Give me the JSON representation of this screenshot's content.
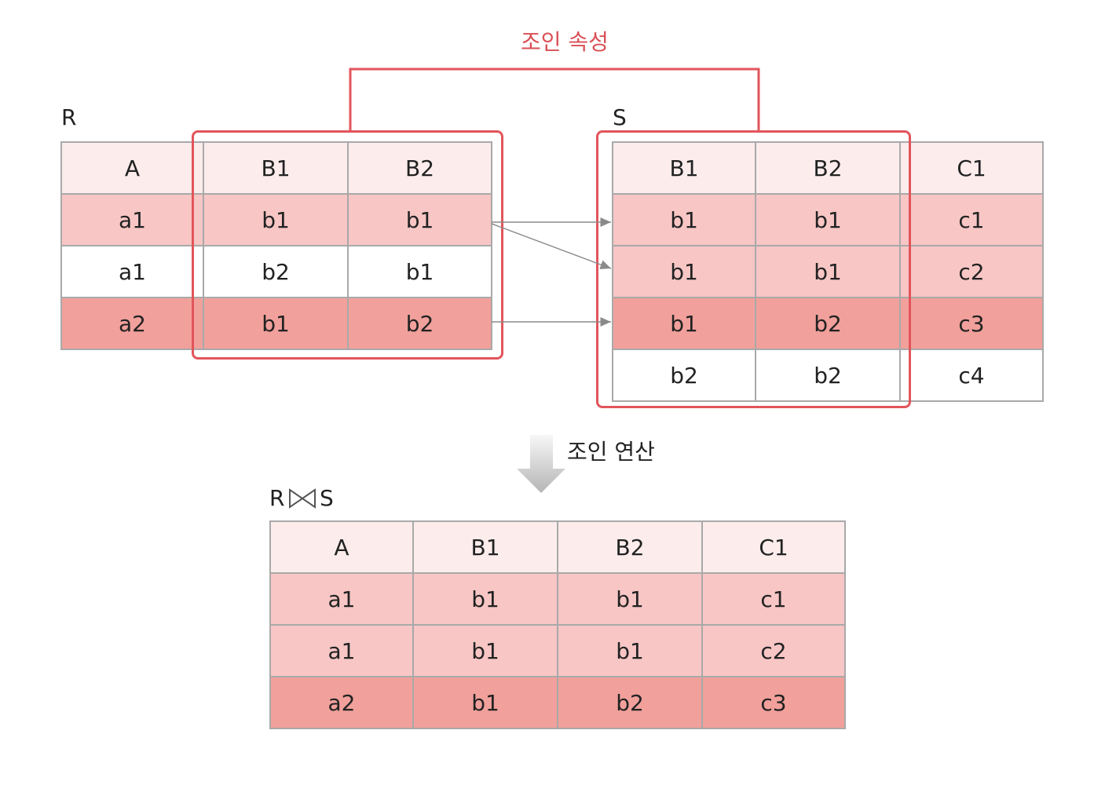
{
  "labels": {
    "join_attribute": "조인 속성",
    "join_operation": "조인 연산",
    "relation_r": "R",
    "relation_s": "S",
    "result_left": "R",
    "result_right": "S"
  },
  "table_r": {
    "header": [
      "A",
      "B1",
      "B2"
    ],
    "rows": [
      {
        "shade": "light",
        "cells": [
          "a1",
          "b1",
          "b1"
        ]
      },
      {
        "shade": "white",
        "cells": [
          "a1",
          "b2",
          "b1"
        ]
      },
      {
        "shade": "dark",
        "cells": [
          "a2",
          "b1",
          "b2"
        ]
      }
    ]
  },
  "table_s": {
    "header": [
      "B1",
      "B2",
      "C1"
    ],
    "rows": [
      {
        "shade": "light",
        "cells": [
          "b1",
          "b1",
          "c1"
        ]
      },
      {
        "shade": "light",
        "cells": [
          "b1",
          "b1",
          "c2"
        ]
      },
      {
        "shade": "dark",
        "cells": [
          "b1",
          "b2",
          "c3"
        ]
      },
      {
        "shade": "white",
        "cells": [
          "b2",
          "b2",
          "c4"
        ]
      }
    ]
  },
  "table_result": {
    "header": [
      "A",
      "B1",
      "B2",
      "C1"
    ],
    "rows": [
      {
        "shade": "light",
        "cells": [
          "a1",
          "b1",
          "b1",
          "c1"
        ]
      },
      {
        "shade": "light",
        "cells": [
          "a1",
          "b1",
          "b1",
          "c2"
        ]
      },
      {
        "shade": "dark",
        "cells": [
          "a2",
          "b1",
          "b2",
          "c3"
        ]
      }
    ]
  },
  "colors": {
    "accent_red": "#e2555b",
    "header_fill": "#fcecec",
    "light_fill": "#f7c6c5",
    "dark_fill": "#f1a09b",
    "grid": "#a9a9a9"
  }
}
